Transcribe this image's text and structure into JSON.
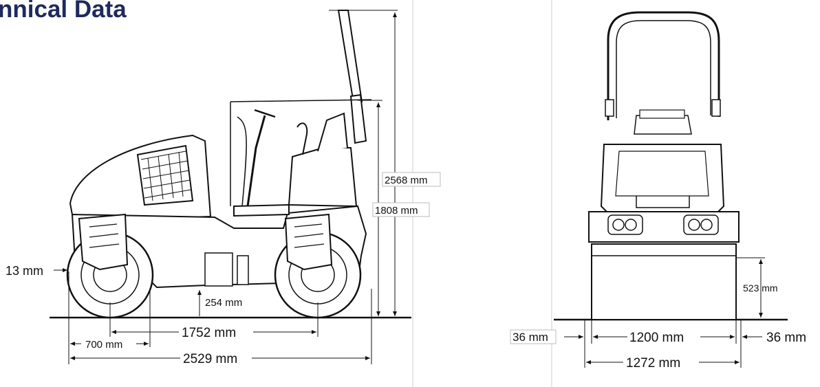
{
  "title": "nnical Data",
  "side_view": {
    "dims": {
      "height_total": "2568 mm",
      "height_rops": "1808 mm",
      "edge_offset": "13 mm",
      "ground_clearance": "254 mm",
      "wheelbase": "1752 mm",
      "drum_width_offset": "700 mm",
      "overall_length": "2529 mm"
    }
  },
  "front_view": {
    "dims": {
      "curb_clearance": "523 mm",
      "side_left": "36 mm",
      "drum_width": "1200 mm",
      "side_right": "36 mm",
      "overall_width": "1272 mm"
    }
  },
  "colors": {
    "title": "#1f2a5c",
    "line": "#111111",
    "grid": "#cfcfcf"
  }
}
